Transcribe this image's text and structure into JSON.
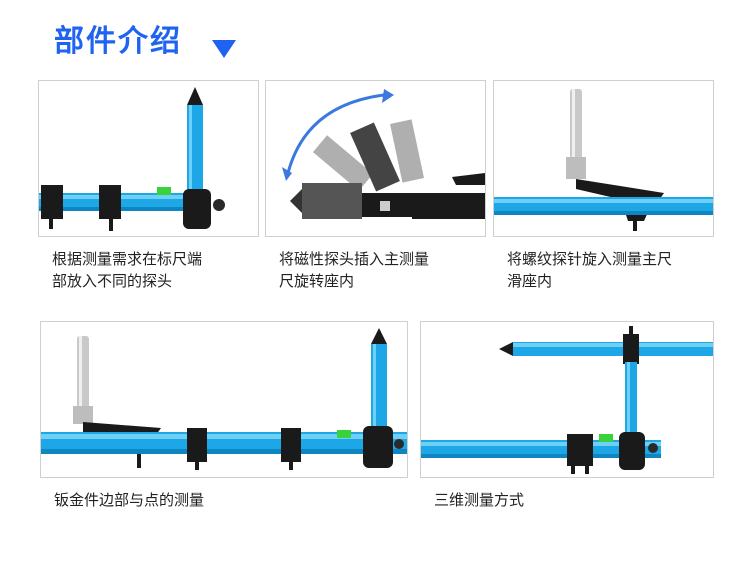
{
  "header": {
    "title": "部件介绍",
    "arrow_icon": "triangle-down-icon",
    "accent_color": "#1f64f0"
  },
  "captions": {
    "panel1": "根据测量需求在标尺端\n部放入不同的探头",
    "panel2": "将磁性探头插入主测量\n尺旋转座内",
    "panel3": "将螺纹探针旋入测量主尺\n滑座内",
    "panel4": "钣金件边部与点的测量",
    "panel5": "三维测量方式"
  },
  "colors": {
    "ruler_blue": "#1ea7e6",
    "ruler_light": "#6fd0f5",
    "ruler_dark": "#0f86c2",
    "clamp_black": "#1a1a1a",
    "bubble_green": "#39d23a",
    "rotate_arrow": "#3b78e0"
  }
}
